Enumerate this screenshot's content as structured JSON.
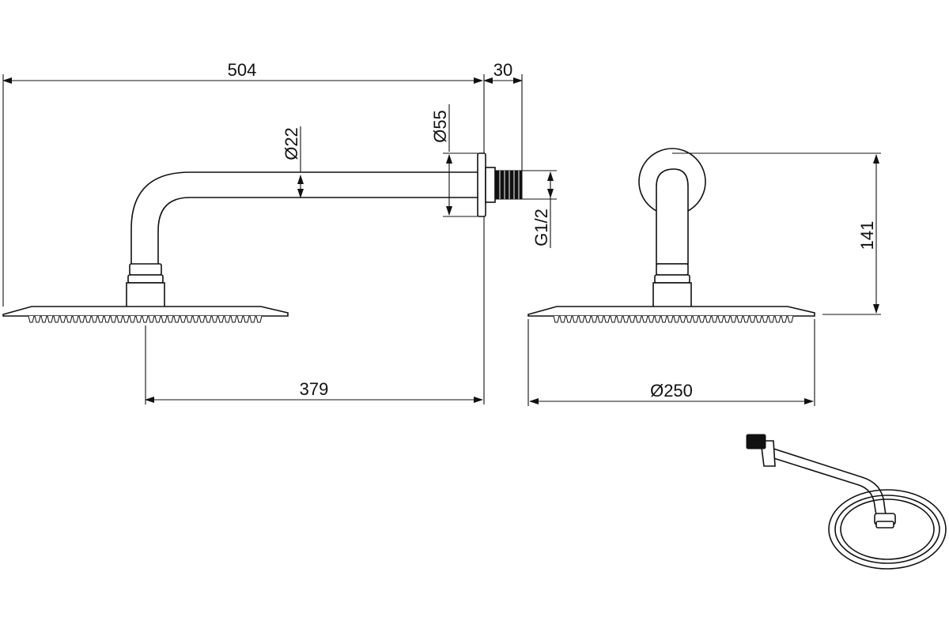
{
  "dimensions": {
    "overall_length": "504",
    "flange_thickness": "30",
    "arm_diameter": "Ø22",
    "flange_diameter": "Ø55",
    "thread": "G1/2",
    "head_offset": "379",
    "head_diameter": "Ø250",
    "height": "141"
  }
}
